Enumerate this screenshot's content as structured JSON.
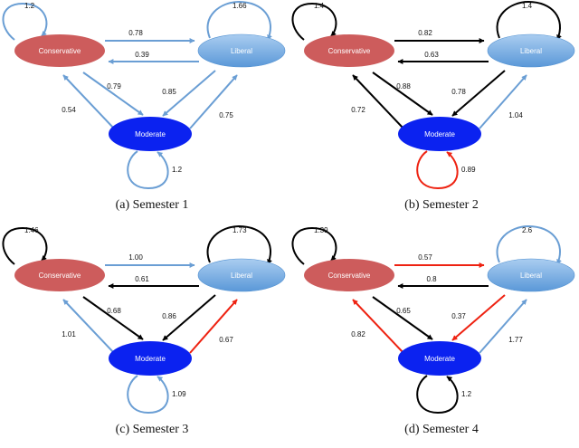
{
  "nodes": {
    "conservative": "Conservative",
    "liberal": "Liberal",
    "moderate": "Moderate"
  },
  "colors": {
    "conservative": "#cd5c5c",
    "liberal_light": "#aacdf0",
    "liberal_dark": "#5a98d8",
    "moderate": "#0b22f0",
    "edge_blue": "#6a9ed4",
    "edge_black": "#000000",
    "edge_red": "#ee2211"
  },
  "panels": [
    {
      "caption": "(a) Semester 1",
      "edges": {
        "self_c": {
          "label": "1.2",
          "color": "edge_blue"
        },
        "c_to_l": {
          "label": "0.78",
          "color": "edge_blue"
        },
        "l_to_c": {
          "label": "0.39",
          "color": "edge_blue"
        },
        "self_l": {
          "label": "1.66",
          "color": "edge_blue"
        },
        "c_to_m": {
          "label": "0.79",
          "color": "edge_blue"
        },
        "l_to_m": {
          "label": "0.85",
          "color": "edge_blue"
        },
        "m_to_c": {
          "label": "0.54",
          "color": "edge_blue"
        },
        "m_to_l": {
          "label": "0.75",
          "color": "edge_blue"
        },
        "self_m": {
          "label": "1.2",
          "color": "edge_blue"
        }
      }
    },
    {
      "caption": "(b) Semester 2",
      "edges": {
        "self_c": {
          "label": "1.4",
          "color": "edge_black"
        },
        "c_to_l": {
          "label": "0.82",
          "color": "edge_black"
        },
        "l_to_c": {
          "label": "0.63",
          "color": "edge_black"
        },
        "self_l": {
          "label": "1.4",
          "color": "edge_black"
        },
        "c_to_m": {
          "label": "0.88",
          "color": "edge_black"
        },
        "l_to_m": {
          "label": "0.78",
          "color": "edge_black"
        },
        "m_to_c": {
          "label": "0.72",
          "color": "edge_black"
        },
        "m_to_l": {
          "label": "1.04",
          "color": "edge_blue"
        },
        "self_m": {
          "label": "0.89",
          "color": "edge_red"
        }
      }
    },
    {
      "caption": "(c) Semester 3",
      "edges": {
        "self_c": {
          "label": "1.46",
          "color": "edge_black"
        },
        "c_to_l": {
          "label": "1.00",
          "color": "edge_blue"
        },
        "l_to_c": {
          "label": "0.61",
          "color": "edge_black"
        },
        "self_l": {
          "label": "1.73",
          "color": "edge_black"
        },
        "c_to_m": {
          "label": "0.68",
          "color": "edge_black"
        },
        "l_to_m": {
          "label": "0.86",
          "color": "edge_black"
        },
        "m_to_c": {
          "label": "1.01",
          "color": "edge_blue"
        },
        "m_to_l": {
          "label": "0.67",
          "color": "edge_red"
        },
        "self_m": {
          "label": "1.09",
          "color": "edge_blue"
        }
      }
    },
    {
      "caption": "(d) Semester 4",
      "edges": {
        "self_c": {
          "label": "1.39",
          "color": "edge_black"
        },
        "c_to_l": {
          "label": "0.57",
          "color": "edge_red"
        },
        "l_to_c": {
          "label": "0.8",
          "color": "edge_black"
        },
        "self_l": {
          "label": "2.6",
          "color": "edge_blue"
        },
        "c_to_m": {
          "label": "0.65",
          "color": "edge_black"
        },
        "l_to_m": {
          "label": "0.37",
          "color": "edge_red"
        },
        "m_to_c": {
          "label": "0.82",
          "color": "edge_red"
        },
        "m_to_l": {
          "label": "1.77",
          "color": "edge_blue"
        },
        "self_m": {
          "label": "1.2",
          "color": "edge_black"
        }
      }
    }
  ]
}
